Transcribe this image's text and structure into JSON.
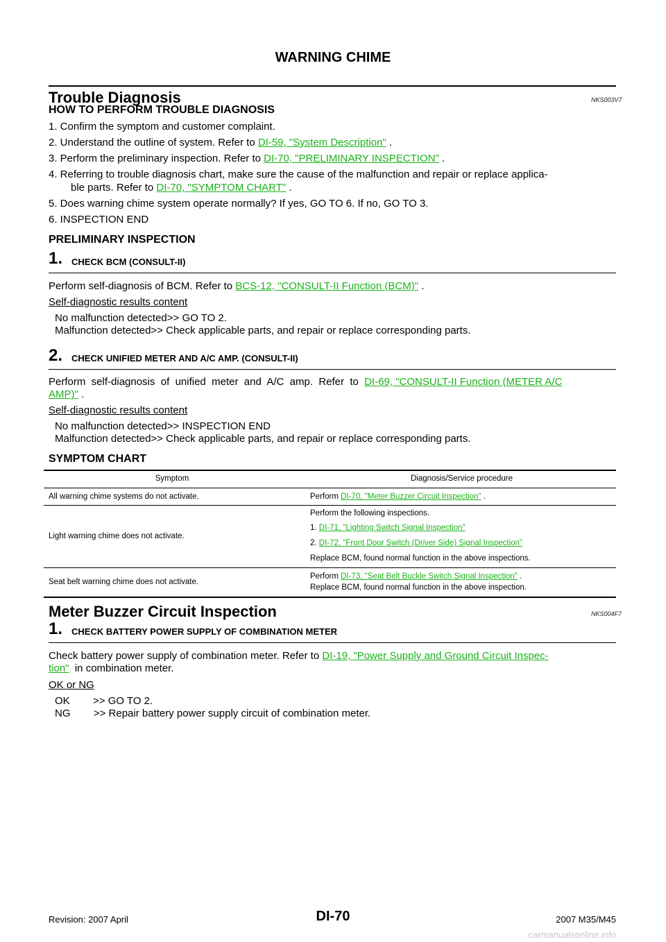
{
  "header": {
    "title": "WARNING CHIME"
  },
  "section1": {
    "title": "Trouble Diagnosis",
    "code": "NKS003V7",
    "how_heading": "HOW TO PERFORM TROUBLE DIAGNOSIS",
    "steps": [
      {
        "text": "1.    Confirm the symptom and customer complaint."
      },
      {
        "pre": "2.    Understand the outline of system. Refer to ",
        "link": "DI-59, \"System Description\"",
        "post": " ."
      },
      {
        "pre": "3.    Perform the preliminary inspection. Refer to ",
        "link": "DI-70, \"PRELIMINARY INSPECTION\"",
        "post": " ."
      },
      {
        "text": "4.    Referring to trouble diagnosis chart, make sure the cause of the malfunction and repair or replace applica-"
      },
      {
        "pre": "ble parts. Refer to ",
        "link": "DI-70, \"SYMPTOM CHART\"",
        "post": " ."
      },
      {
        "text": "5.    Does warning chime system operate normally? If yes, GO TO 6. If no, GO TO 3."
      },
      {
        "text": "6.    INSPECTION END"
      }
    ]
  },
  "preliminary": {
    "heading": "PRELIMINARY INSPECTION",
    "step1": {
      "num": "1.",
      "title": "CHECK BCM (CONSULT-II)",
      "text_pre": "Perform self-diagnosis of BCM. Refer to ",
      "link": "BCS-12, \"CONSULT-II Function (BCM)\"",
      "text_post": " .",
      "results_label": "Self-diagnostic results content",
      "result1": "No malfunction detected>> GO TO 2.",
      "result2": "Malfunction detected>> Check applicable parts, and repair or replace corresponding parts."
    },
    "step2": {
      "num": "2.",
      "title": "CHECK UNIFIED METER AND A/C AMP.  (CONSULT-II)",
      "text_pre": "Perform  self-diagnosis  of  unified  meter  and  A/C  amp.  Refer  to  ",
      "link_a": "DI-69, \"CONSULT-II Function (METER A/C",
      "link_b": "AMP)\"",
      "text_post": " .",
      "results_label": "Self-diagnostic results content",
      "result1": "No malfunction detected>> INSPECTION END",
      "result2": "Malfunction detected>> Check applicable parts, and repair or replace corresponding parts."
    }
  },
  "symptom_chart": {
    "heading": "SYMPTOM CHART",
    "col_symptom": "Symptom",
    "col_procedure": "Diagnosis/Service procedure",
    "rows": [
      {
        "symptom": "All warning chime systems do not activate.",
        "pre": "Perform ",
        "link": "DI-70, \"Meter Buzzer Circuit Inspection\"",
        "post": " ."
      },
      {
        "symptom": "Light warning chime does not activate.",
        "line1": "Perform the following inspections.",
        "item1_num": "1. ",
        "item1_link": "DI-71, \"Lighting Switch Signal Inspection\"",
        "item2_num": "2. ",
        "item2_link": "DI-72, \"Front Door Switch (Driver Side) Signal Inspection\"",
        "line4": "Replace BCM, found normal function in the above inspections."
      },
      {
        "symptom": "Seat belt warning chime does not activate.",
        "pre": "Perform ",
        "link": "DI-73, \"Seat Belt Buckle Switch Signal Inspection\"",
        "post": " .",
        "line2": "Replace BCM, found normal function in the above inspection."
      }
    ]
  },
  "section2": {
    "title": "Meter Buzzer Circuit Inspection",
    "code": "NKS004F7",
    "step1": {
      "num": "1.",
      "title": "CHECK BATTERY POWER SUPPLY OF COMBINATION METER",
      "text_pre": "Check battery power supply of combination meter. Refer to ",
      "link_a": "DI-19, \"Power Supply and Ground Circuit Inspec-",
      "link_b": "tion\"",
      "text_post": "  in combination meter.",
      "ok_label": "OK or NG",
      "ok": "OK        >> GO TO 2.",
      "ng": "NG        >> Repair battery power supply circuit of combination meter."
    }
  },
  "footer": {
    "revision": "Revision: 2007 April",
    "page": "DI-70",
    "model": "2007 M35/M45",
    "watermark": "carmanualsonline.info"
  }
}
